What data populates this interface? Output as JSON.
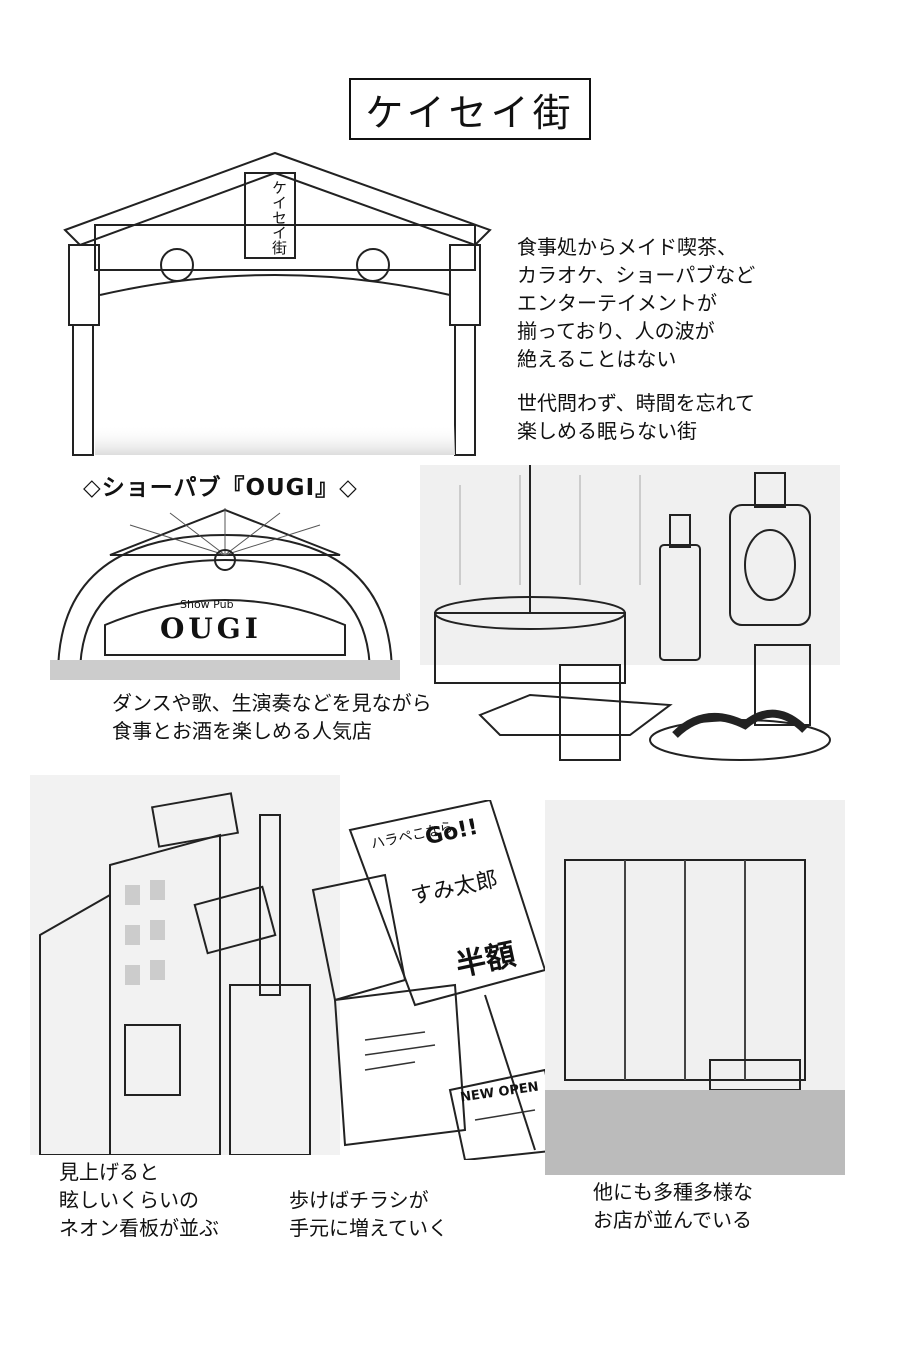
{
  "title": "ケイセイ街",
  "gate": {
    "sign_text": "ケイセイ街",
    "description": "食事処からメイド喫茶、\nカラオケ、ショーパブなど\nエンターテイメントが\n揃っており、人の波が\n絶えることはない",
    "description2": "世代問わず、時間を忘れて\n楽しめる眠らない街"
  },
  "showpub": {
    "heading": "◇ショーパブ『OUGI』◇",
    "sign_small": "Show Pub",
    "sign_big": "OUGI",
    "caption": "ダンスや歌、生演奏などを見ながら\n食事とお酒を楽しめる人気店"
  },
  "flyers": {
    "sign_top": "ハラペこなら",
    "sign_go": "Go!!",
    "sign_name": "すみ太郎",
    "sign_half": "半額",
    "new_open": "NEW OPEN"
  },
  "captions": {
    "neon": "見上げると\n眩しいくらいの\nネオン看板が並ぶ",
    "flyers": "歩けばチラシが\n手元に増えていく",
    "shops": "他にも多種多様な\nお店が並んでいる"
  }
}
